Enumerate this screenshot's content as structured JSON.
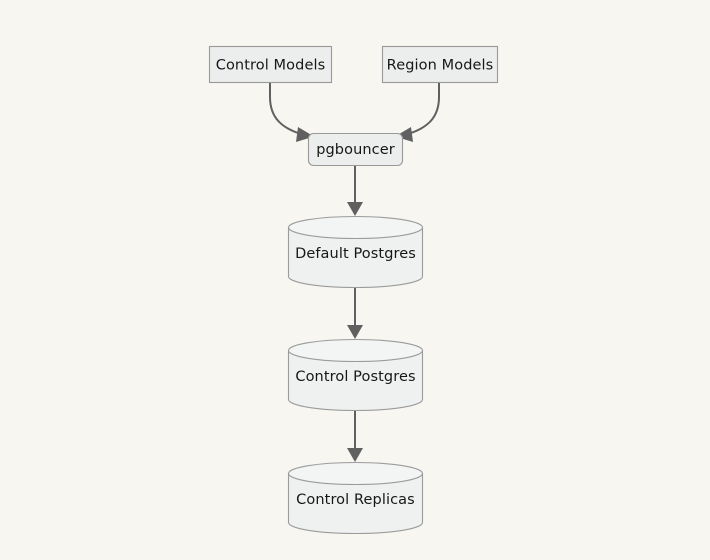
{
  "diagram": {
    "type": "flowchart",
    "direction": "top-down",
    "background_color": "#f7f6f1",
    "node_fill": "#eceded",
    "node_stroke": "#999999",
    "edge_color": "#606060",
    "nodes": [
      {
        "id": "control-models",
        "label": "Control Models",
        "shape": "rectangle"
      },
      {
        "id": "region-models",
        "label": "Region Models",
        "shape": "rectangle"
      },
      {
        "id": "pgbouncer",
        "label": "pgbouncer",
        "shape": "rounded-rectangle"
      },
      {
        "id": "default-postgres",
        "label": "Default Postgres",
        "shape": "cylinder"
      },
      {
        "id": "control-postgres",
        "label": "Control Postgres",
        "shape": "cylinder"
      },
      {
        "id": "control-replicas",
        "label": "Control Replicas",
        "shape": "cylinder"
      }
    ],
    "edges": [
      {
        "from": "control-models",
        "to": "pgbouncer",
        "style": "curved-arrow"
      },
      {
        "from": "region-models",
        "to": "pgbouncer",
        "style": "curved-arrow"
      },
      {
        "from": "pgbouncer",
        "to": "default-postgres",
        "style": "straight-arrow"
      },
      {
        "from": "default-postgres",
        "to": "control-postgres",
        "style": "straight-arrow"
      },
      {
        "from": "control-postgres",
        "to": "control-replicas",
        "style": "straight-arrow"
      }
    ]
  }
}
